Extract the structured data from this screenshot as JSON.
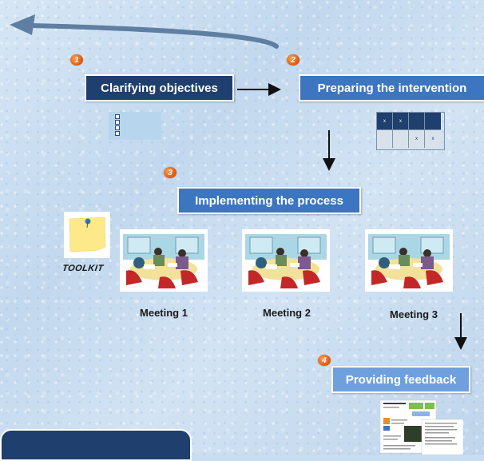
{
  "steps": [
    {
      "number": "1",
      "label": "Clarifying objectives"
    },
    {
      "number": "2",
      "label": "Preparing the intervention"
    },
    {
      "number": "3",
      "label": "Implementing the process"
    },
    {
      "number": "4",
      "label": "Providing feedback"
    }
  ],
  "meetings": [
    {
      "label": "Meeting 1"
    },
    {
      "label": "Meeting 2"
    },
    {
      "label": "Meeting 3"
    }
  ],
  "toolkit": {
    "label": "TOOLKIT"
  },
  "table_marks": {
    "mark": "x"
  },
  "colors": {
    "dark_box": "#1f3f6e",
    "mid_box": "#3d76c0",
    "light_box": "#6fa0dd",
    "badge": "#e0550e",
    "background": "#c9ddf0"
  },
  "icons": [
    "checklist-icon",
    "table-icon",
    "sticky-note-icon",
    "meeting-illustration",
    "document-thumbnail"
  ]
}
